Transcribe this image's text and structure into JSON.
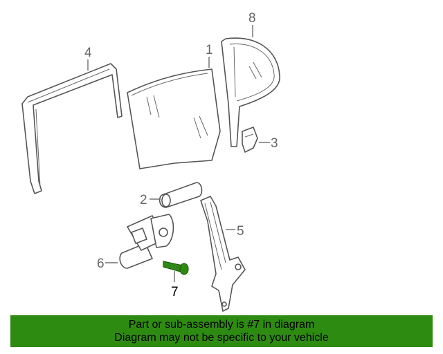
{
  "diagram": {
    "callouts": [
      {
        "id": "1",
        "label": "1"
      },
      {
        "id": "2",
        "label": "2"
      },
      {
        "id": "3",
        "label": "3"
      },
      {
        "id": "4",
        "label": "4"
      },
      {
        "id": "5",
        "label": "5"
      },
      {
        "id": "6",
        "label": "6"
      },
      {
        "id": "7",
        "label": "7"
      },
      {
        "id": "8",
        "label": "8"
      }
    ],
    "highlighted_part": "7",
    "highlight_color": "#2e8b12"
  },
  "banner": {
    "line1": "Part or sub-assembly is #7 in diagram",
    "line2": "Diagram may not be specific to your vehicle",
    "background": "#2e8b12"
  }
}
